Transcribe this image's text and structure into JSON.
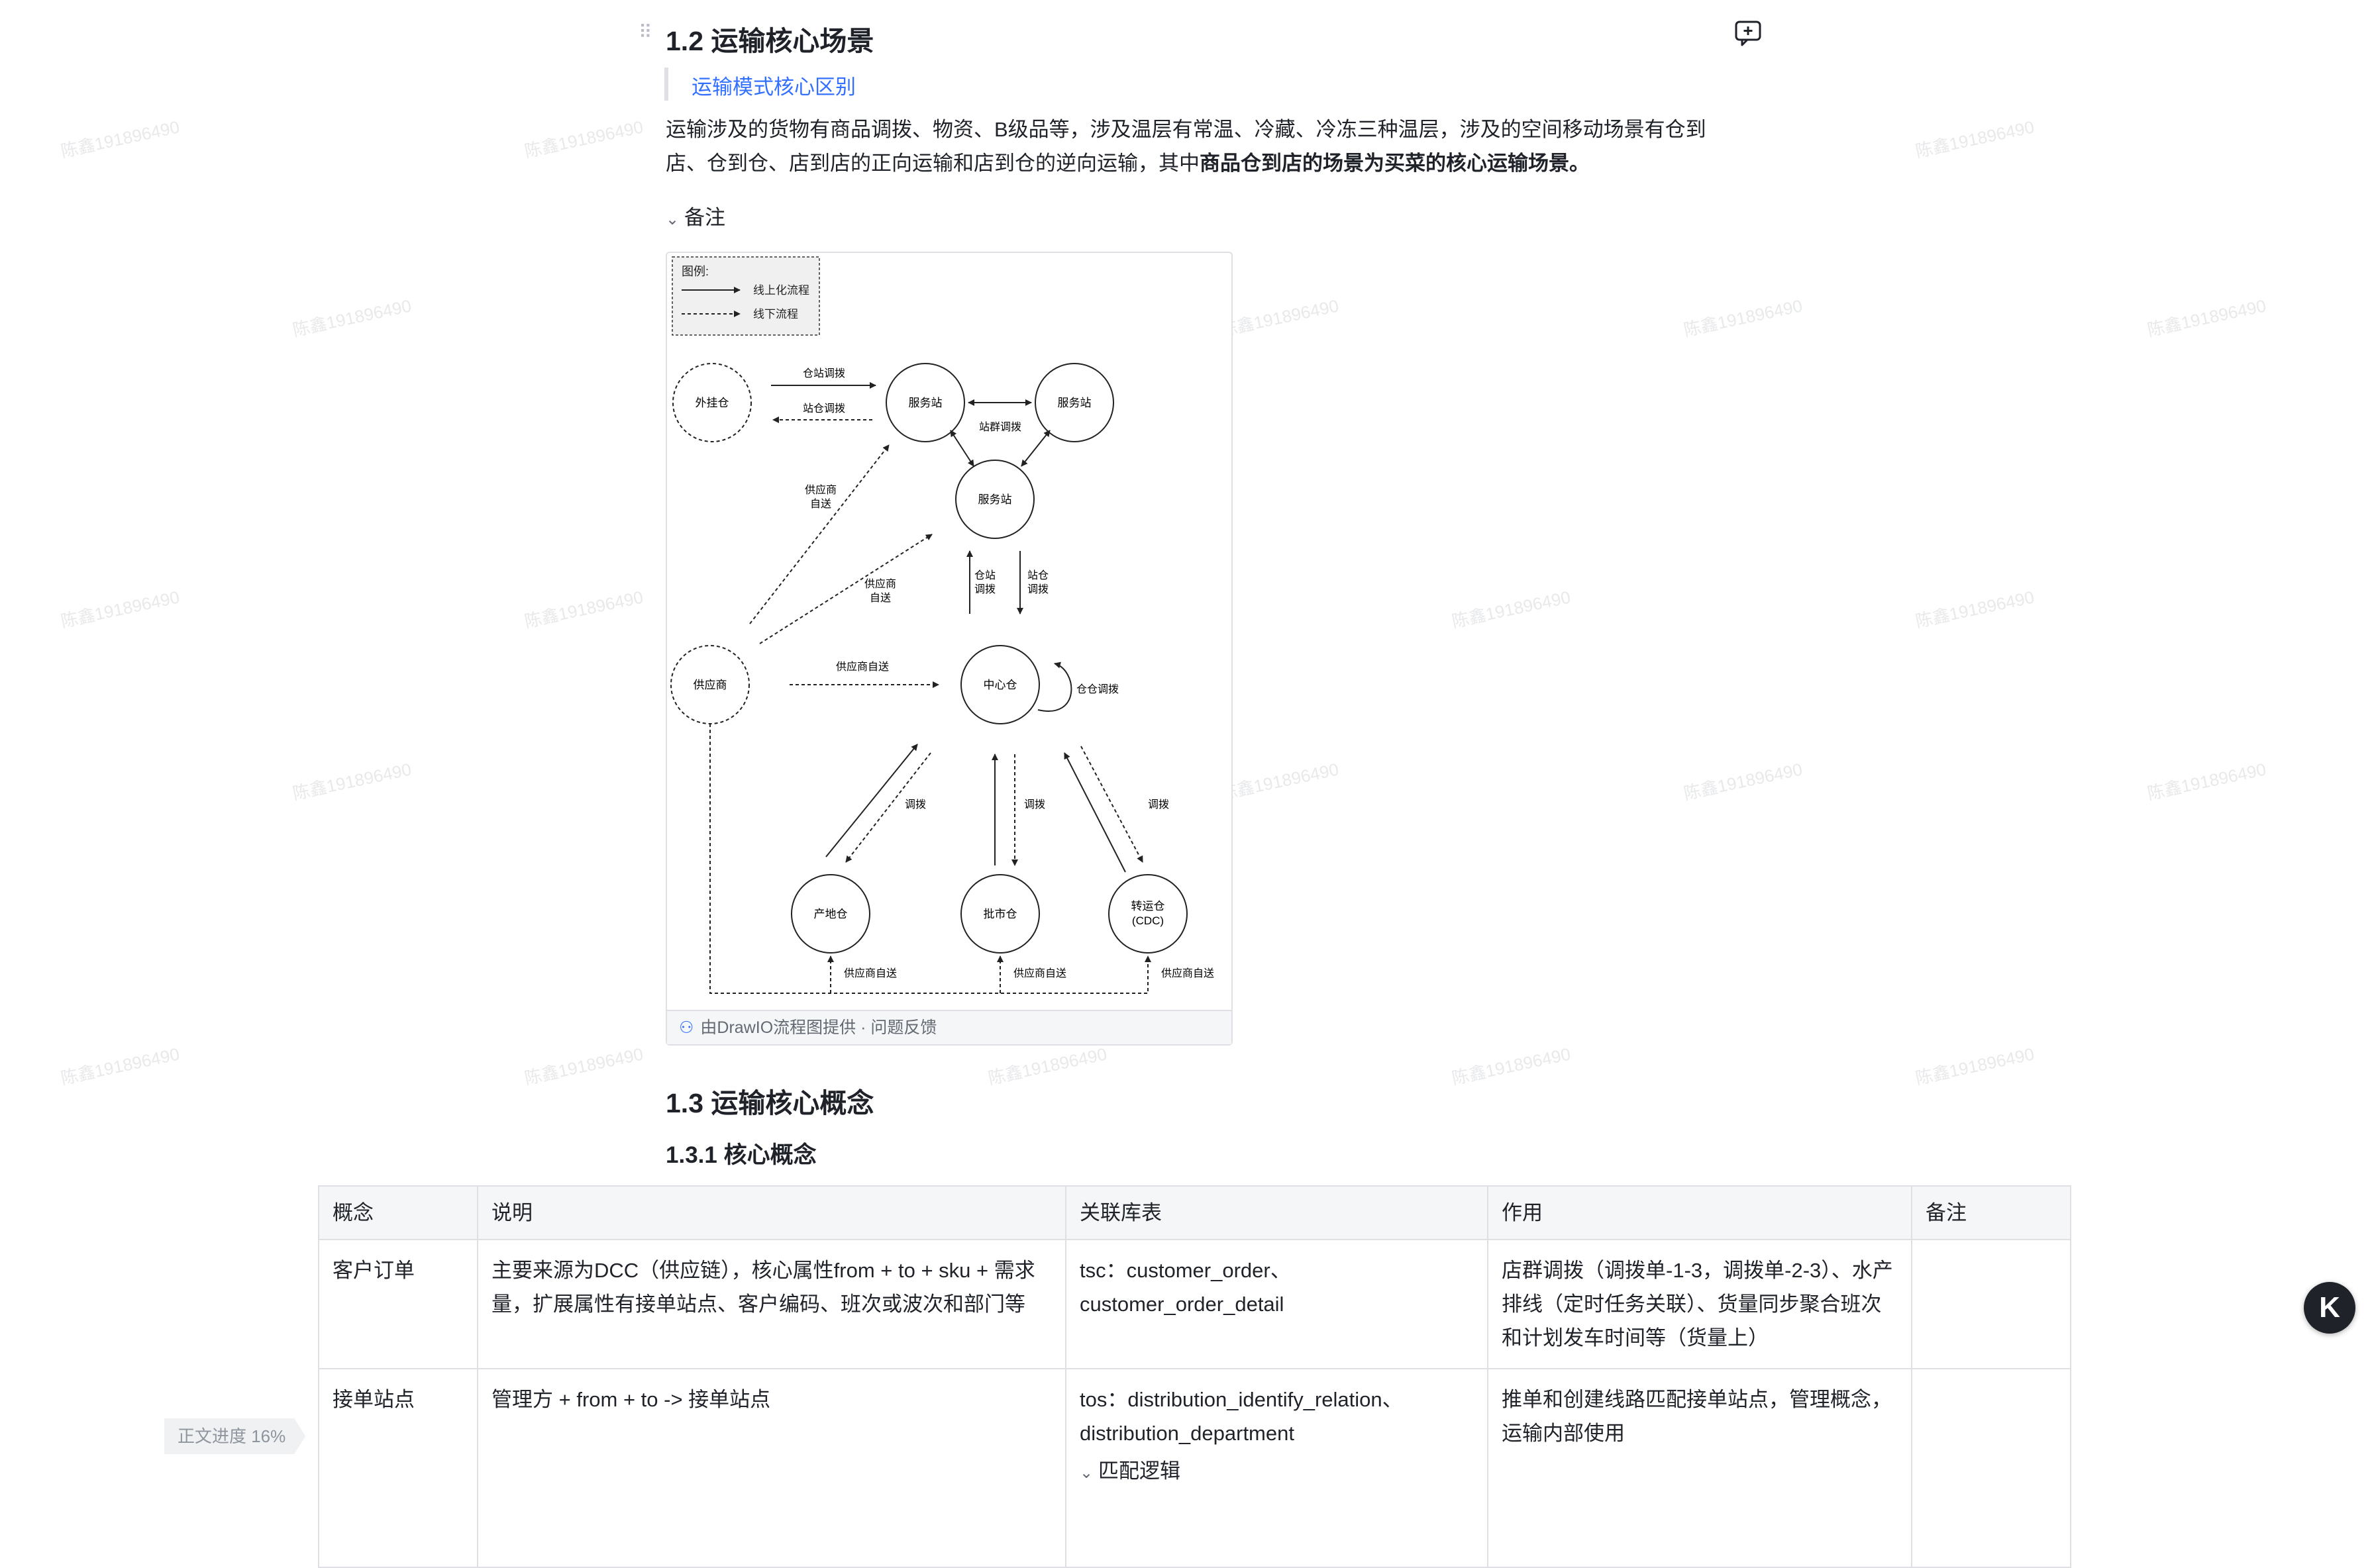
{
  "section_12": {
    "title": "1.2 运输核心场景",
    "quote_link": "运输模式核心区别",
    "para_normal": "运输涉及的货物有商品调拨、物资、B级品等，涉及温层有常温、冷藏、冷冻三种温层，涉及的空间移动场景有仓到店、仓到仓、店到店的正向运输和店到仓的逆向运输，其中",
    "para_bold": "商品仓到店的场景为买菜的核心运输场景。",
    "toggle_label": "备注"
  },
  "diagram": {
    "legend_title": "图例:",
    "legend_online": "线上化流程",
    "legend_offline": "线下流程",
    "nodes": {
      "waigua": "外挂仓",
      "station1": "服务站",
      "station2": "服务站",
      "station3": "服务站",
      "supplier": "供应商",
      "center": "中心仓",
      "origin": "产地仓",
      "market": "批市仓",
      "cdc1": "转运仓",
      "cdc2": "(CDC)"
    },
    "labels": {
      "cangzhan": "仓站调拨",
      "zhancang": "站仓调拨",
      "zhanqun": "站群调拨",
      "gys_zisong_1a": "供应商",
      "gys_zisong_1b": "自送",
      "gys_zisong_2a": "供应商",
      "gys_zisong_2b": "自送",
      "cang_zhan_a": "仓站",
      "cang_zhan_b": "调拨",
      "zhan_cang_a": "站仓",
      "zhan_cang_b": "调拨",
      "gys_to_center": "供应商自送",
      "cangcang": "仓仓调拨",
      "diaobo1": "调拨",
      "diaobo2": "调拨",
      "diaobo3": "调拨",
      "bottom1": "供应商自送",
      "bottom2": "供应商自送",
      "bottom3": "供应商自送"
    },
    "footer_provider": "由DrawIO流程图提供",
    "footer_sep": " · ",
    "footer_feedback": "问题反馈"
  },
  "section_13": {
    "title": "1.3 运输核心概念",
    "sub_title": "1.3.1 核心概念"
  },
  "table": {
    "headers": [
      "概念",
      "说明",
      "关联库表",
      "作用",
      "备注"
    ],
    "rows": [
      {
        "concept": "客户订单",
        "desc": "主要来源为DCC（供应链），核心属性from + to + sku + 需求量，扩展属性有接单站点、客户编码、班次或波次和部门等",
        "tables": "tsc：customer_order、customer_order_detail",
        "effect": "店群调拨（调拨单-1-3，调拨单-2-3）、水产排线（定时任务关联）、货量同步聚合班次和计划发车时间等（货量上）",
        "note": ""
      },
      {
        "concept": "接单站点",
        "desc": "管理方 + from + to -> 接单站点",
        "tables": "tos：distribution_identify_relation、distribution_department",
        "effect": "推单和创建线路匹配接单站点，管理概念，运输内部使用",
        "note": ""
      }
    ],
    "nested_toggle": "匹配逻辑"
  },
  "progress_label": "正文进度 16%",
  "float_button": "K",
  "watermark_text": "陈鑫191896490"
}
